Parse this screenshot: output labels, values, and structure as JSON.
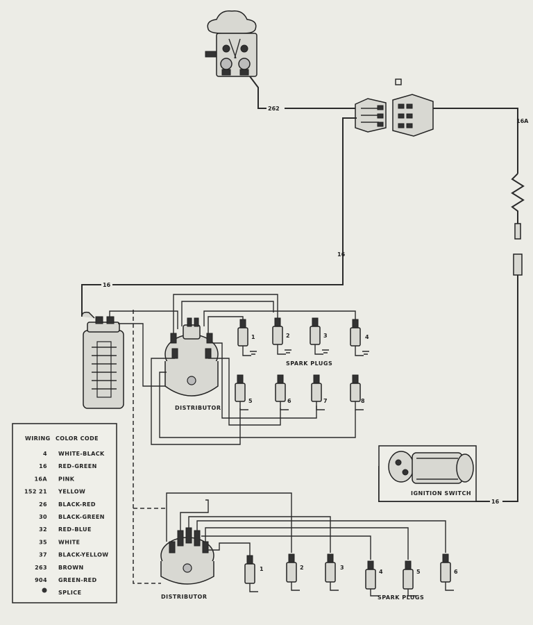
{
  "wire_labels": {
    "w262": "262",
    "w16a": "16A",
    "w16_vertical": "16",
    "w16_top": "16",
    "w16_bottom": "16"
  },
  "components": {
    "distributor_upper": "DISTRIBUTOR",
    "distributor_lower": "DISTRIBUTOR",
    "spark_plugs_upper": "SPARK PLUGS",
    "spark_plugs_lower": "SPARK PLUGS",
    "ignition_switch": "IGNITION SWITCH"
  },
  "v8_plugs": [
    "1",
    "2",
    "3",
    "4",
    "5",
    "6",
    "7",
    "8"
  ],
  "six_plugs": [
    "1",
    "2",
    "3",
    "4",
    "5",
    "6"
  ],
  "legend": {
    "header_wiring": "WIRING",
    "header_color": "COLOR CODE",
    "rows": [
      {
        "code": "4",
        "color": "WHITE-BLACK"
      },
      {
        "code": "16",
        "color": "RED-GREEN"
      },
      {
        "code": "16A",
        "color": "PINK"
      },
      {
        "code": "152  21",
        "color": "YELLOW"
      },
      {
        "code": "26",
        "color": "BLACK-RED"
      },
      {
        "code": "30",
        "color": "BLACK-GREEN"
      },
      {
        "code": "32",
        "color": "RED-BLUE"
      },
      {
        "code": "35",
        "color": "WHITE"
      },
      {
        "code": "37",
        "color": "BLACK-YELLOW"
      },
      {
        "code": "263",
        "color": "BROWN"
      },
      {
        "code": "904",
        "color": "GREEN-RED"
      },
      {
        "code": "",
        "color": "SPLICE"
      }
    ]
  },
  "icons": [
    "starter-relay-icon",
    "connector-icon",
    "resistor-icon",
    "coil-icon",
    "distributor-icon",
    "spark-plug-icon",
    "ignition-switch-icon",
    "splice-icon"
  ]
}
